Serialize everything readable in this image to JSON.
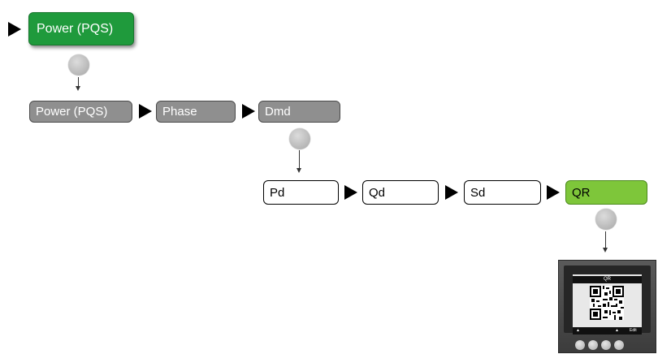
{
  "top_node": {
    "label": "Power (PQS)"
  },
  "level1": [
    {
      "label": "Power (PQS)"
    },
    {
      "label": "Phase"
    },
    {
      "label": "Dmd"
    }
  ],
  "level2": [
    {
      "label": "Pd"
    },
    {
      "label": "Qd"
    },
    {
      "label": "Sd"
    },
    {
      "label": "QR"
    }
  ],
  "device": {
    "screen_title": "QR",
    "footer_left": "▲",
    "footer_mid": "▲",
    "footer_right": "Edit"
  },
  "colors": {
    "top_node": "#1f9a3c",
    "selected": "#7ec63a",
    "inactive": "#8f8f8f"
  }
}
